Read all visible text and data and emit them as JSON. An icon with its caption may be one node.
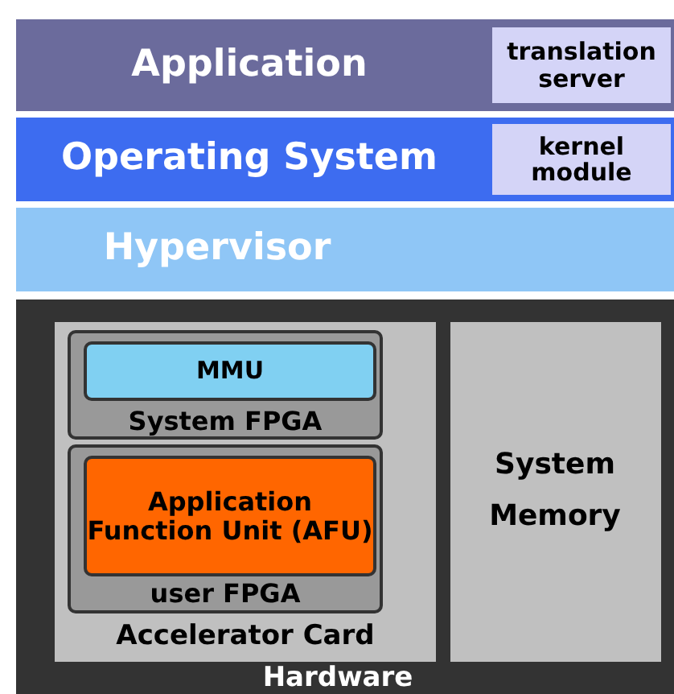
{
  "diagram": {
    "nodes": [
      {
        "text": [
          "Application"
        ]
      },
      {
        "text": [
          "translation server"
        ],
        "in": 0
      },
      {
        "text": [
          "Operating System"
        ]
      },
      {
        "text": [
          "kernel module"
        ],
        "in": 2
      },
      {
        "text": [
          "Hypervisor"
        ]
      },
      {
        "text": [
          "Hardware"
        ]
      },
      {
        "text": [
          "Accelerator Card"
        ],
        "in": 5
      },
      {
        "text": [
          "System FPGA"
        ],
        "in": 6
      },
      {
        "text": [
          "MMU"
        ],
        "in": 7
      },
      {
        "text": [
          "user FPGA"
        ],
        "in": 6
      },
      {
        "text": [
          "Application Function Unit (AFU)"
        ],
        "in": 9
      },
      {
        "text": [
          "System Memory"
        ],
        "in": 5
      }
    ]
  }
}
